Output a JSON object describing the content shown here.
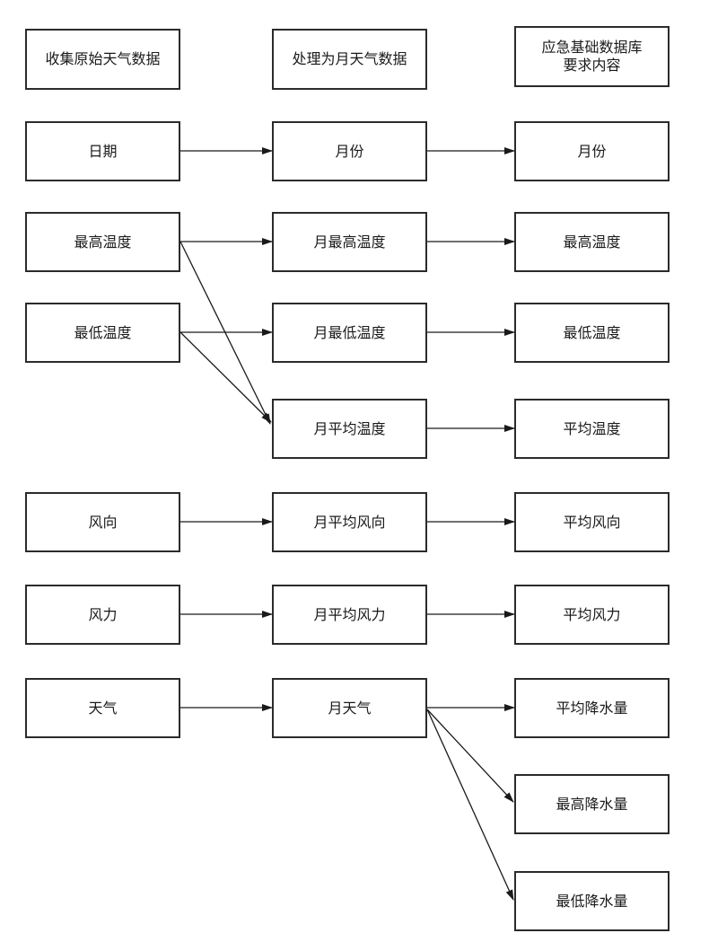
{
  "headers": {
    "collect": "收集原始天气数据",
    "process": "处理为月天气数据",
    "require_line1": "应急基础数据库",
    "require_line2": "要求内容"
  },
  "raw": {
    "date": "日期",
    "max_temp": "最高温度",
    "min_temp": "最低温度",
    "wind_dir": "风向",
    "wind_force": "风力",
    "weather": "天气"
  },
  "monthly": {
    "month": "月份",
    "max_temp": "月最高温度",
    "min_temp": "月最低温度",
    "avg_temp": "月平均温度",
    "wind_dir": "月平均风向",
    "wind_force": "月平均风力",
    "weather": "月天气"
  },
  "required": {
    "month": "月份",
    "max_temp": "最高温度",
    "min_temp": "最低温度",
    "avg_temp": "平均温度",
    "wind_dir": "平均风向",
    "wind_force": "平均风力",
    "avg_precip": "平均降水量",
    "max_precip": "最高降水量",
    "min_precip": "最低降水量"
  }
}
